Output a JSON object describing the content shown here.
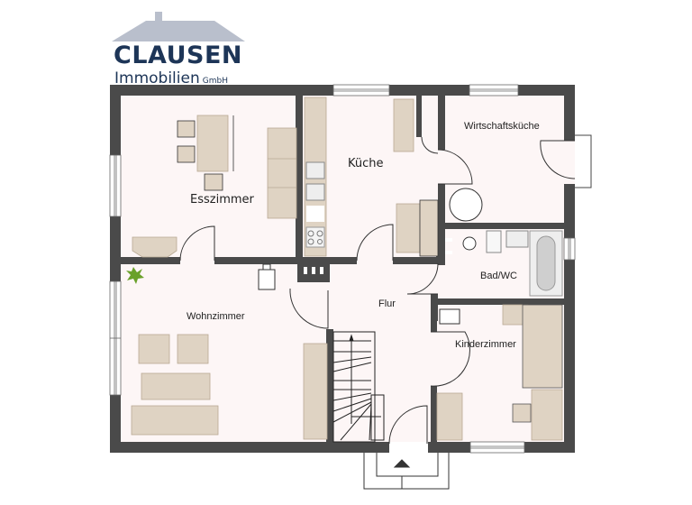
{
  "logo": {
    "brand": "CLAUSEN",
    "subtitle": "Immobilien",
    "legal_form": "GmbH"
  },
  "colors": {
    "wall": "#4a4a4a",
    "floor": "#fdf6f6",
    "furniture": "#dfd3c3",
    "furniture_stroke": "#b8a994",
    "logo_blue": "#1d3557",
    "roof_gray": "#b9bfcc",
    "plant_green": "#6aa12a"
  },
  "rooms": [
    {
      "id": "esszimmer",
      "label": "Esszimmer"
    },
    {
      "id": "kueche",
      "label": "Küche"
    },
    {
      "id": "wirtschaftskueche",
      "label": "Wirtschaftsküche"
    },
    {
      "id": "bad_wc",
      "label": "Bad/WC"
    },
    {
      "id": "wohnzimmer",
      "label": "Wohnzimmer"
    },
    {
      "id": "flur",
      "label": "Flur"
    },
    {
      "id": "kinderzimmer",
      "label": "Kinderzimmer"
    }
  ]
}
